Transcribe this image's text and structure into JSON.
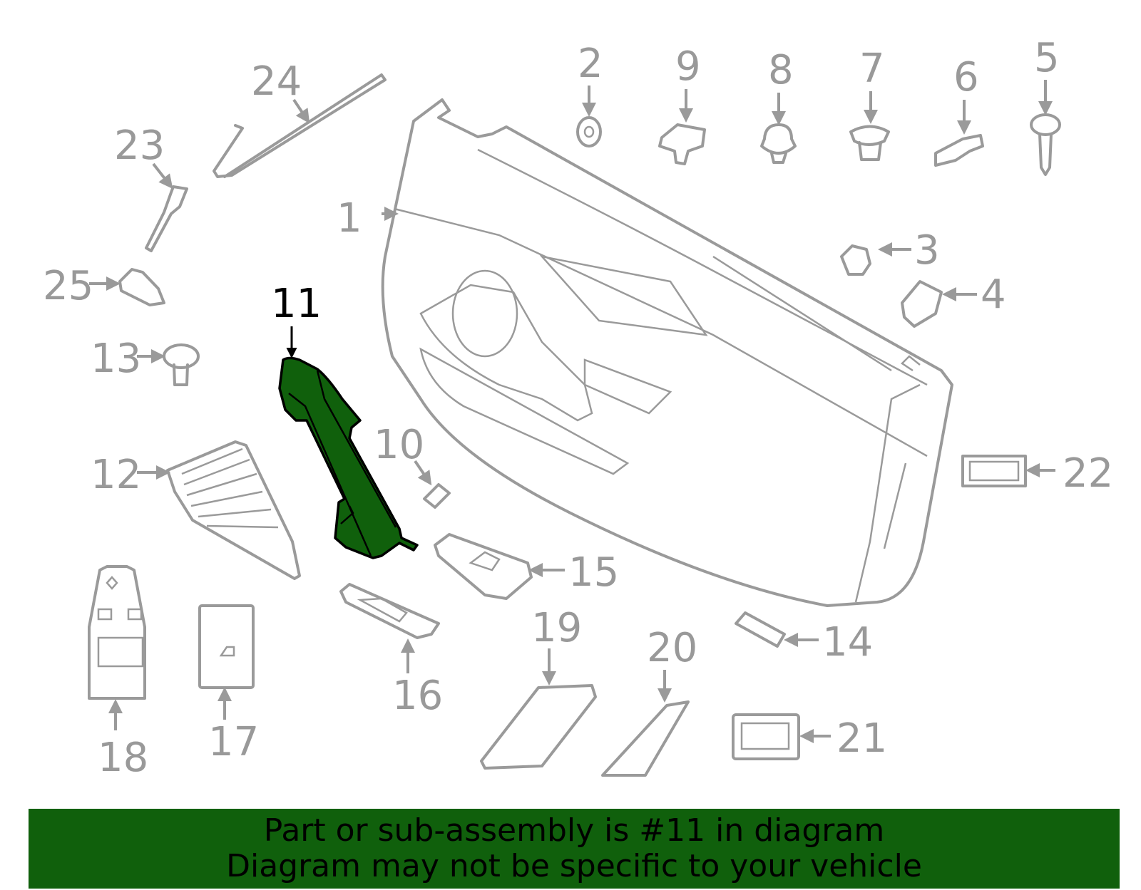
{
  "colors": {
    "highlight": "#10600c",
    "banner": "#10600c",
    "part_stroke": "#9a9a9a"
  },
  "selected_part": "11",
  "callouts": [
    "1",
    "2",
    "3",
    "4",
    "5",
    "6",
    "7",
    "8",
    "9",
    "10",
    "11",
    "12",
    "13",
    "14",
    "15",
    "16",
    "17",
    "18",
    "19",
    "20",
    "21",
    "22",
    "23",
    "24",
    "25"
  ],
  "banner": {
    "line1": "Part or sub-assembly is #11 in diagram",
    "line2": "Diagram may not be specific to your vehicle"
  }
}
